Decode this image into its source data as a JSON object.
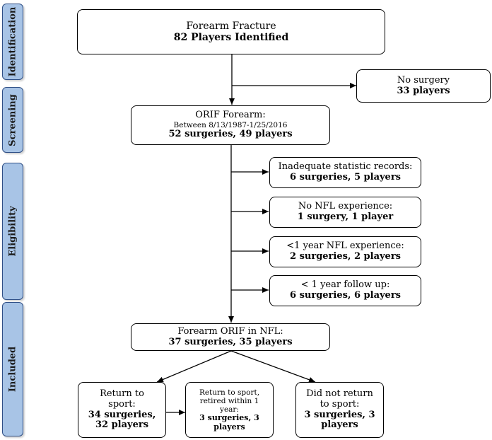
{
  "phases": {
    "identification": "Identification",
    "screening": "Screening",
    "eligibility": "Eligibility",
    "included": "Included"
  },
  "identified": {
    "line1": "Forearm Fracture",
    "line2": "82 Players Identified"
  },
  "no_surgery": {
    "line1": "No surgery",
    "line2": "33 players"
  },
  "orif": {
    "line1": "ORIF Forearm:",
    "line2": "Between 8/13/1987-1/25/2016",
    "line3": "52 surgeries, 49 players"
  },
  "excl1": {
    "line1": "Inadequate statistic records:",
    "line2": "6 surgeries, 5 players"
  },
  "excl2": {
    "line1": "No NFL experience:",
    "line2": "1 surgery, 1 player"
  },
  "excl3": {
    "line1": "<1 year NFL experience:",
    "line2": "2 surgeries, 2 players"
  },
  "excl4": {
    "line1": "< 1 year follow up:",
    "line2": "6 surgeries, 6 players"
  },
  "nfl": {
    "line1": "Forearm ORIF in NFL:",
    "line2": "37 surgeries, 35 players"
  },
  "rts": {
    "line1": "Return to",
    "line2": "sport:",
    "line3": "34 surgeries,",
    "line4": "32 players"
  },
  "retired": {
    "line1": "Return to sport,",
    "line2": "retired within 1",
    "line3": "year:",
    "line4": "3 surgeries, 3",
    "line5": "players"
  },
  "not_rts": {
    "line1": "Did not return",
    "line2": "to sport:",
    "line3": "3 surgeries, 3",
    "line4": "players"
  }
}
